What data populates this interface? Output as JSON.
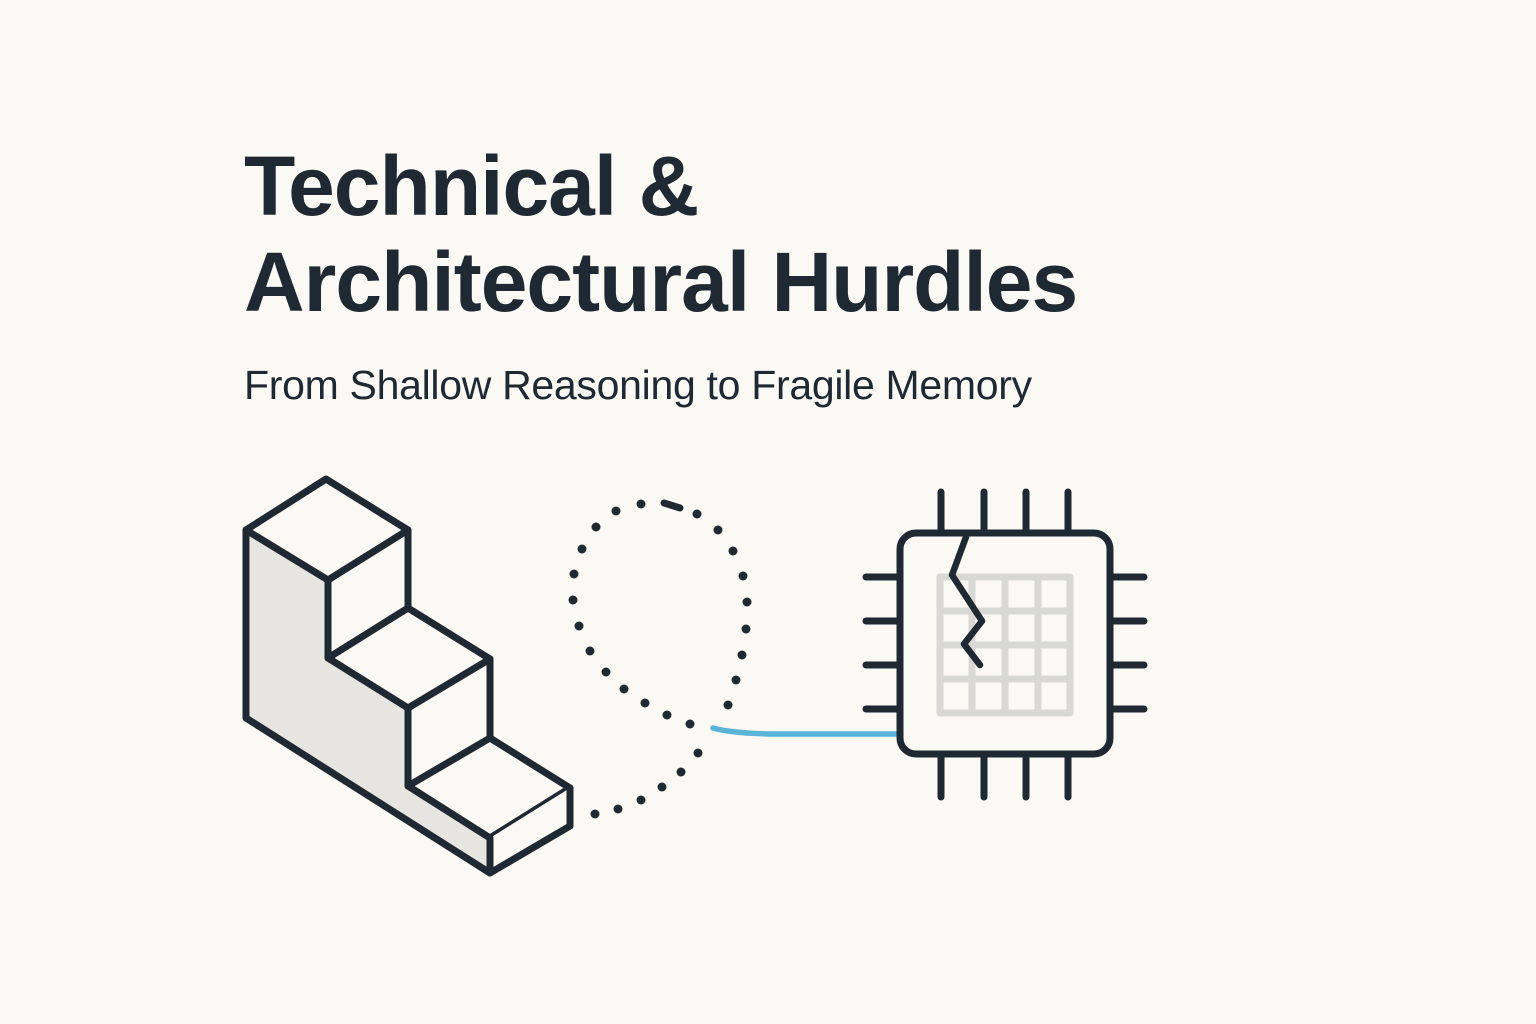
{
  "slide": {
    "title_line_1": "Technical &",
    "title_line_2": "Architectural Hurdles",
    "subtitle": "From Shallow Reasoning to Fragile Memory"
  },
  "illustration": {
    "icons": [
      {
        "name": "isometric-staircase-icon",
        "meaning": "shallow reasoning steps"
      },
      {
        "name": "dotted-loop-path-icon",
        "meaning": "broken reasoning loop"
      },
      {
        "name": "cracked-memory-chip-icon",
        "meaning": "fragile memory"
      }
    ],
    "colors": {
      "background": "#faf9f4",
      "stroke": "#1f2933",
      "shade": "#e6e5e0",
      "grid": "#d8d8d4",
      "connector": "#5ab4d8"
    }
  }
}
